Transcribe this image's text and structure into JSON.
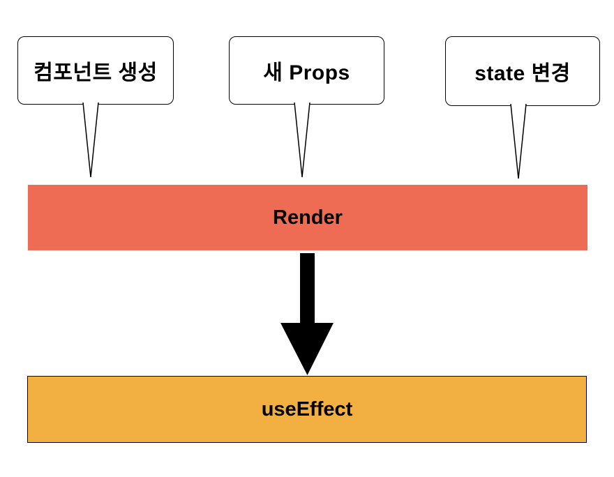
{
  "diagram": {
    "triggers": [
      {
        "label": "컴포넌트 생성"
      },
      {
        "label": "새 Props"
      },
      {
        "label": "state 변경"
      }
    ],
    "render_bar": {
      "label": "Render",
      "color": "#EE6B54"
    },
    "use_effect_bar": {
      "label": "useEffect",
      "color": "#F2AF42",
      "border_color": "#000000"
    },
    "arrow": {
      "color": "#000000"
    },
    "bubble": {
      "fill": "#ffffff",
      "border_color": "#000000"
    }
  }
}
